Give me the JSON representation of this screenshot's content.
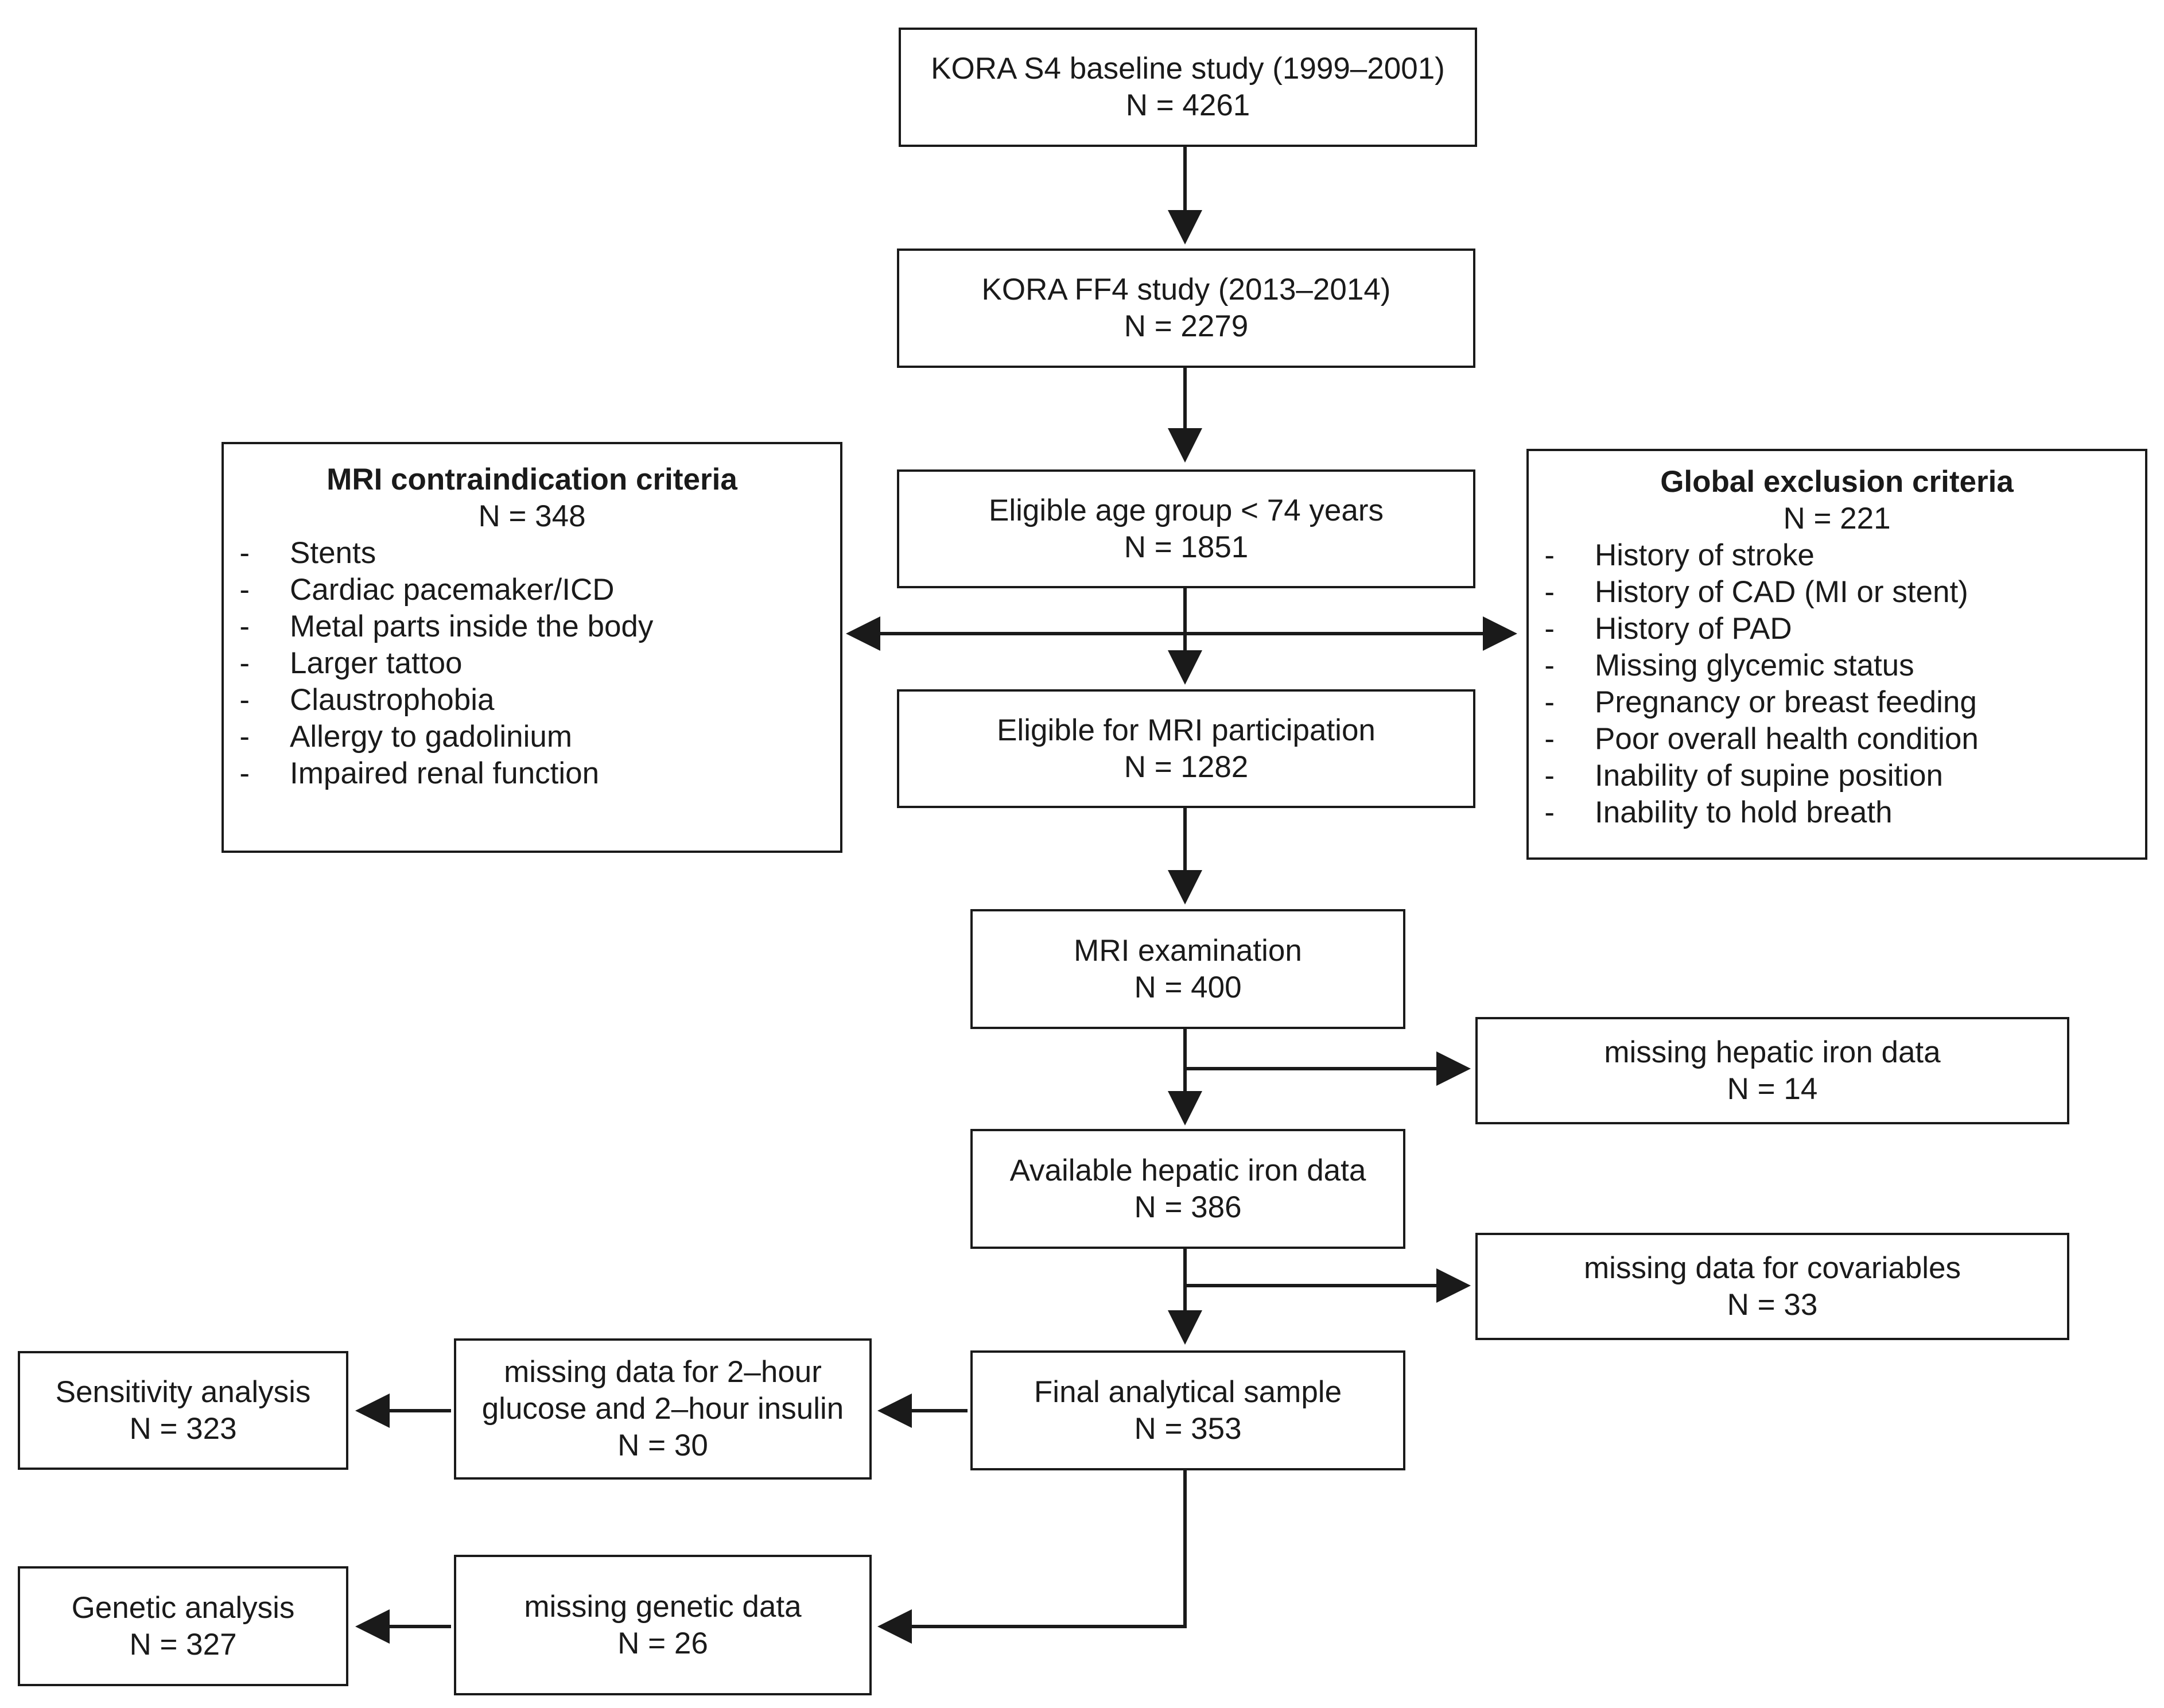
{
  "nodes": {
    "kora_s4": {
      "title": "KORA S4 baseline study (1999–2001)",
      "count": "N = 4261"
    },
    "kora_ff4": {
      "title": "KORA FF4 study (2013–2014)",
      "count": "N = 2279"
    },
    "eligible_age": {
      "title": "Eligible age group < 74 years",
      "count": "N = 1851"
    },
    "eligible_mri": {
      "title": "Eligible for MRI participation",
      "count": "N = 1282"
    },
    "mri_exam": {
      "title": "MRI examination",
      "count": "N = 400"
    },
    "missing_iron": {
      "title": "missing hepatic iron data",
      "count": "N = 14"
    },
    "available_iron": {
      "title": "Available hepatic iron data",
      "count": "N = 386"
    },
    "missing_covariables": {
      "title": "missing data for covariables",
      "count": "N = 33"
    },
    "final_sample": {
      "title": "Final analytical sample",
      "count": "N = 353"
    },
    "missing_glucose": {
      "line1": "missing data for 2–hour",
      "line2": "glucose and 2–hour insulin",
      "count": "N = 30"
    },
    "sensitivity": {
      "title": "Sensitivity analysis",
      "count": "N = 323"
    },
    "missing_genetic": {
      "title": "missing genetic data",
      "count": "N = 26"
    },
    "genetic": {
      "title": "Genetic analysis",
      "count": "N = 327"
    }
  },
  "mri_contraindication": {
    "title": "MRI contraindication criteria",
    "count": "N = 348",
    "items": [
      "Stents",
      "Cardiac pacemaker/ICD",
      "Metal parts inside the body",
      "Larger tattoo",
      "Claustrophobia",
      "Allergy to gadolinium",
      "Impaired renal function"
    ]
  },
  "global_exclusion": {
    "title": "Global exclusion criteria",
    "count": "N = 221",
    "items": [
      "History of stroke",
      "History of CAD (MI or stent)",
      "History of PAD",
      "Missing glycemic status",
      "Pregnancy or breast feeding",
      "Poor overall health condition",
      "Inability of supine position",
      "Inability to hold breath"
    ]
  },
  "bullet": "-"
}
